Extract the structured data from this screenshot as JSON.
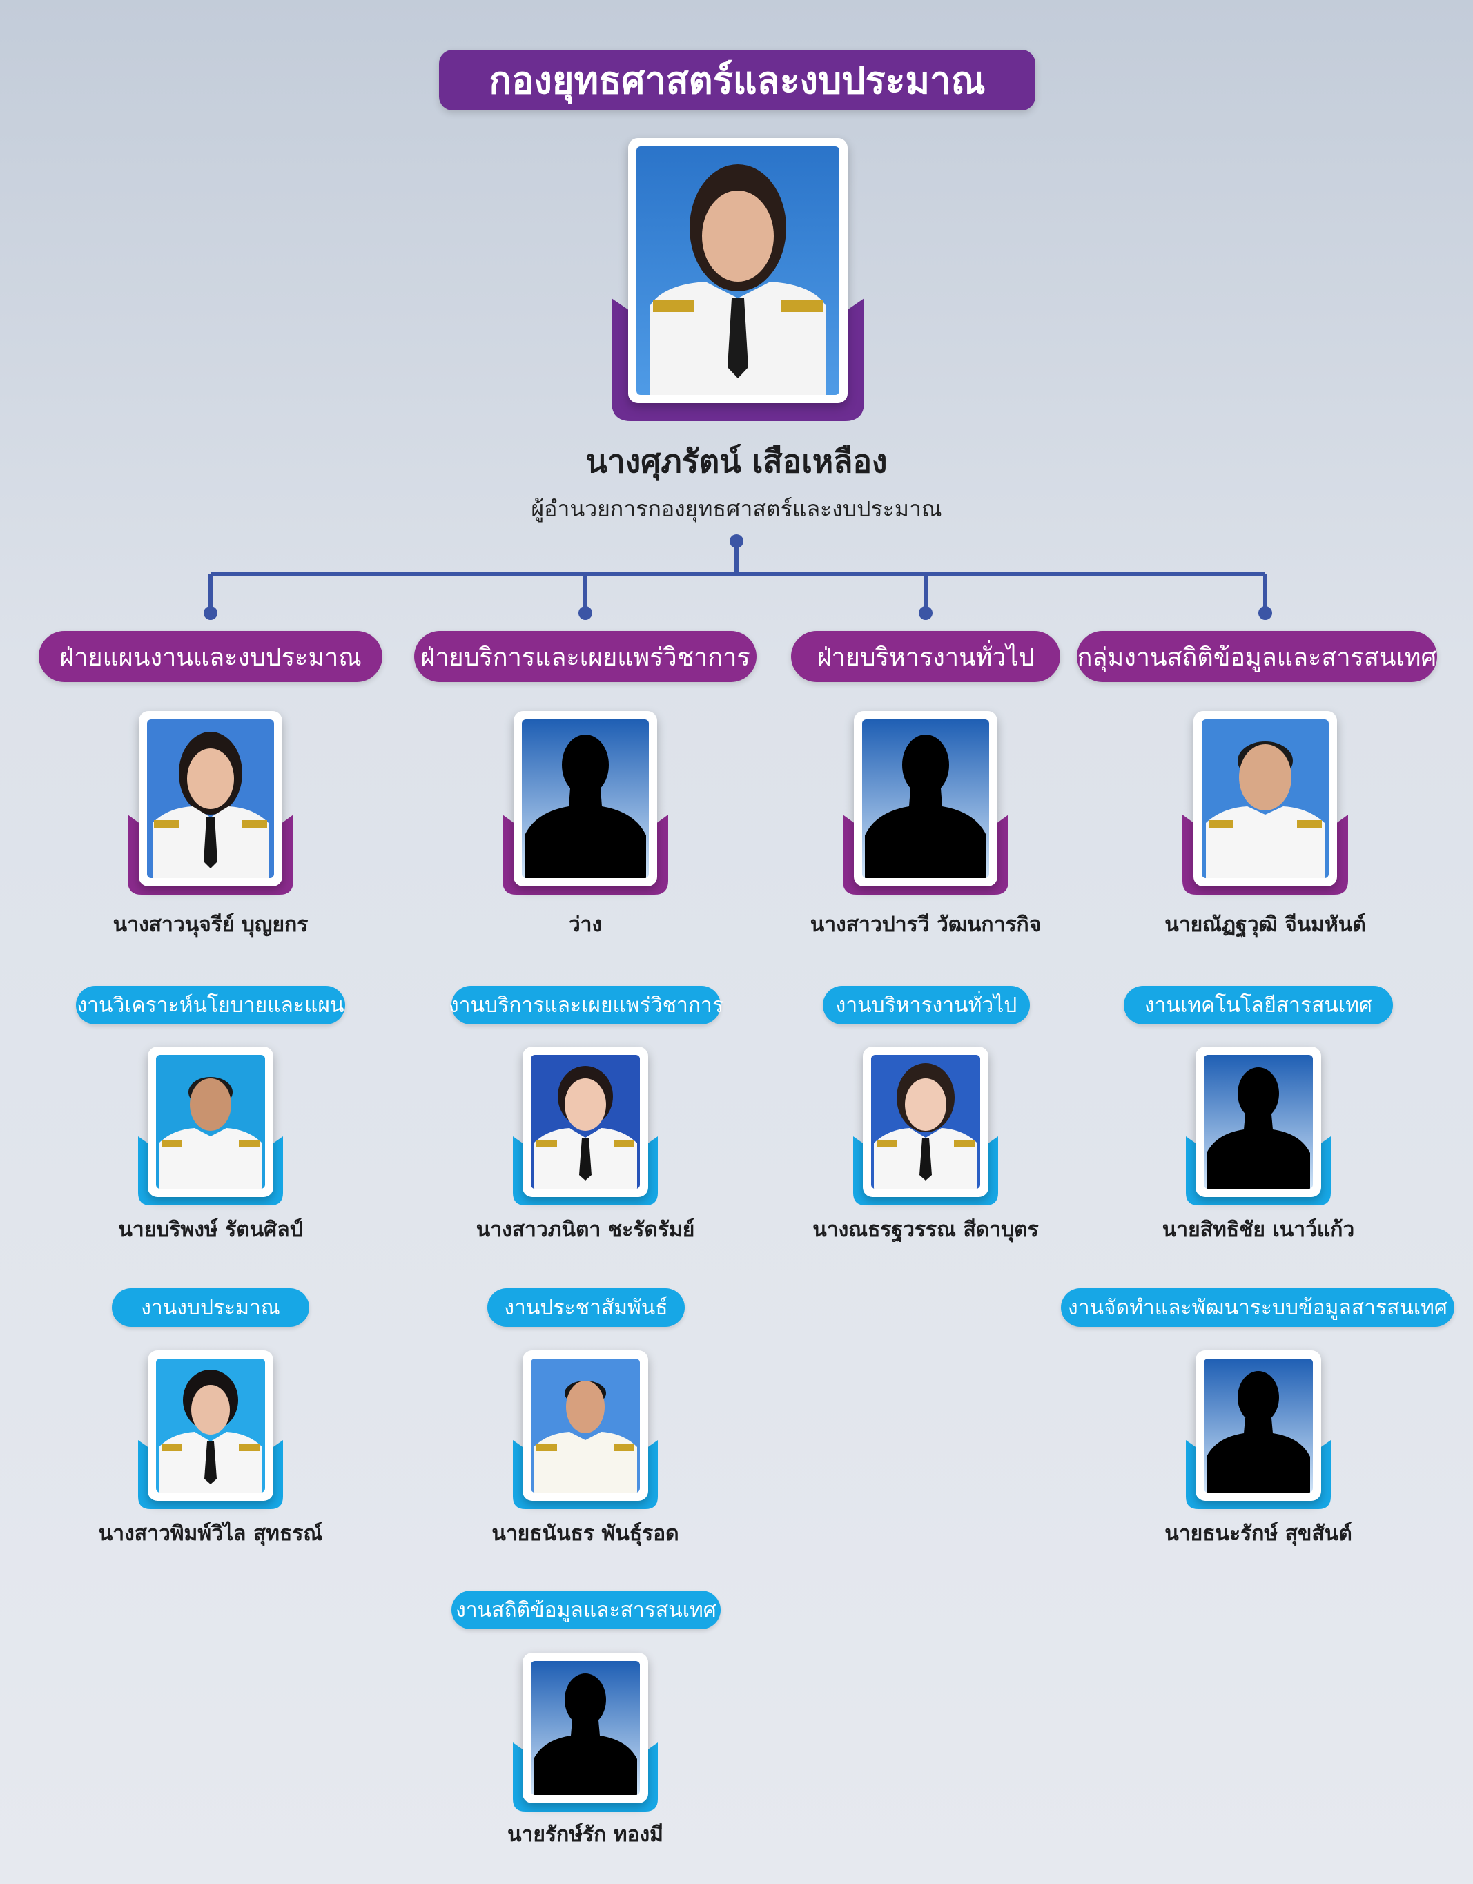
{
  "title": "กองยุทธศาสตร์และงบประมาณ",
  "director": {
    "name": "นางศุภรัตน์ เสือเหลือง",
    "position": "ผู้อำนวยการกองยุทธศาสตร์และงบประมาณ"
  },
  "departments": [
    {
      "label": "ฝ่ายแผนงานและงบประมาณ",
      "head": "นางสาวนุจรีย์ บุญยกร",
      "units": [
        {
          "label": "งานวิเคราะห์นโยบายและแผน",
          "member": "นายบริพงษ์ รัตนศิลป์"
        },
        {
          "label": "งานงบประมาณ",
          "member": "นางสาวพิมพ์วิไล สุทธรณ์"
        }
      ]
    },
    {
      "label": "ฝ่ายบริการและเผยแพร่วิชาการ",
      "head": "ว่าง",
      "units": [
        {
          "label": "งานบริการและเผยแพร่วิชาการ",
          "member": "นางสาวภนิตา ชะรัดรัมย์"
        },
        {
          "label": "งานประชาสัมพันธ์",
          "member": "นายธนันธร พันธุ์รอด"
        },
        {
          "label": "งานสถิติข้อมูลและสารสนเทศ",
          "member": "นายรักษ์รัก ทองมี"
        }
      ]
    },
    {
      "label": "ฝ่ายบริหารงานทั่วไป",
      "head": "นางสาวปารวี วัฒนการกิจ",
      "units": [
        {
          "label": "งานบริหารงานทั่วไป",
          "member": "นางณธรฐวรรณ สีดาบุตร"
        }
      ]
    },
    {
      "label": "กลุ่มงานสถิติข้อมูลและสารสนเทศ",
      "head": "นายณัฏฐวุฒิ จีนมหันต์",
      "units": [
        {
          "label": "งานเทคโนโลยีสารสนเทศ",
          "member": "นายสิทธิชัย เนาว์แก้ว"
        },
        {
          "label": "งานจัดทำและพัฒนาระบบข้อมูลสารสนเทศ",
          "member": "นายธนะรักษ์ สุขสันต์"
        }
      ]
    }
  ],
  "colors": {
    "purple": "#6c2d91",
    "magenta": "#8a2b8c",
    "cyan": "#17a7e6",
    "line": "#3b55a5"
  },
  "icons": {
    "placeholder": "person-silhouette-icon"
  }
}
